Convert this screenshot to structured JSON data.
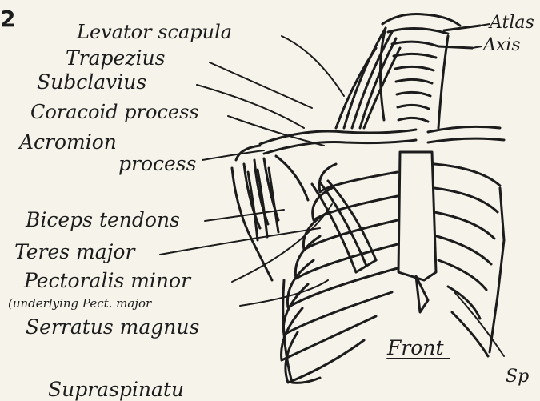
{
  "figure": {
    "number": "2",
    "caption": "Front",
    "bottom_fragment": "Supraspinatu",
    "corner_fragment": "Sp"
  },
  "labels": {
    "levator_scapula": "Levator scapula",
    "trapezius": "Trapezius",
    "subclavius": "Subclavius",
    "coracoid_process": "Coracoid process",
    "acromion_process_line1": "Acromion",
    "acromion_process_line2": "process",
    "biceps_tendons": "Biceps tendons",
    "teres_major": "Teres major",
    "pectoralis_minor": "Pectoralis minor",
    "pectoralis_note": "(underlying Pect. major",
    "serratus_magnus": "Serratus magnus",
    "atlas": "Atlas",
    "axis": "Axis"
  },
  "colors": {
    "ink": "#1c1c1c",
    "paper": "#f6f3ea"
  }
}
